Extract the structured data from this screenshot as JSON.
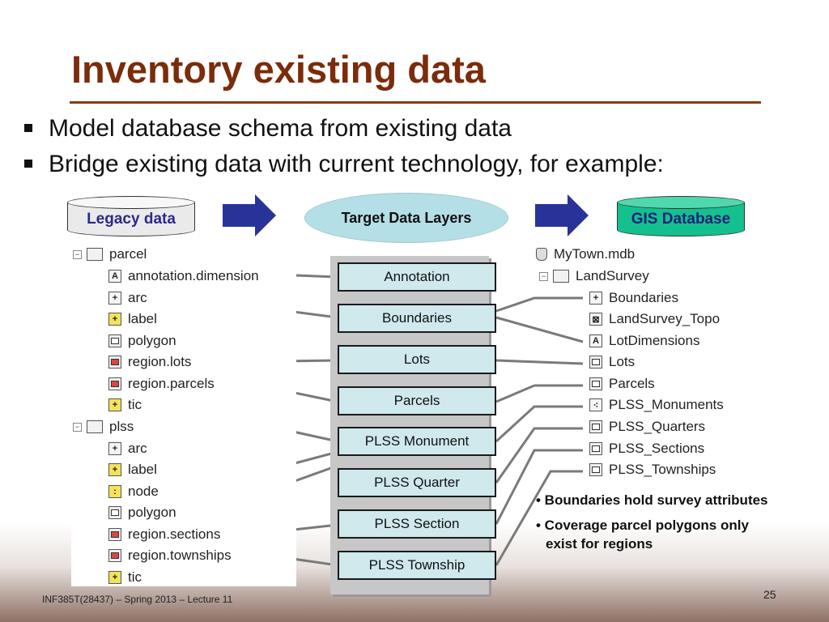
{
  "title": "Inventory existing data",
  "bullets": [
    "Model database schema from existing data",
    "Bridge existing data with current technology, for example:"
  ],
  "legacy_label": "Legacy data",
  "target_label": "Target Data Layers",
  "gis_label": "GIS Database",
  "legacy_tree": {
    "groups": [
      {
        "name": "parcel",
        "items": [
          {
            "name": "annotation.dimension",
            "icon": "annotation-icon"
          },
          {
            "name": "arc",
            "icon": "arc-icon"
          },
          {
            "name": "label",
            "icon": "label-icon"
          },
          {
            "name": "polygon",
            "icon": "polygon-icon"
          },
          {
            "name": "region.lots",
            "icon": "region-icon"
          },
          {
            "name": "region.parcels",
            "icon": "region-icon"
          },
          {
            "name": "tic",
            "icon": "tic-icon"
          }
        ]
      },
      {
        "name": "plss",
        "items": [
          {
            "name": "arc",
            "icon": "arc-icon"
          },
          {
            "name": "label",
            "icon": "label-icon"
          },
          {
            "name": "node",
            "icon": "node-icon"
          },
          {
            "name": "polygon",
            "icon": "polygon-icon"
          },
          {
            "name": "region.sections",
            "icon": "region-icon"
          },
          {
            "name": "region.townships",
            "icon": "region-icon"
          },
          {
            "name": "tic",
            "icon": "tic-icon"
          }
        ]
      }
    ]
  },
  "layers": [
    "Annotation",
    "Boundaries",
    "Lots",
    "Parcels",
    "PLSS Monument",
    "PLSS Quarter",
    "PLSS Section",
    "PLSS Township"
  ],
  "gis_tree": {
    "db": "MyTown.mdb",
    "dataset": "LandSurvey",
    "items": [
      {
        "name": "Boundaries",
        "icon": "arc-icon"
      },
      {
        "name": "LandSurvey_Topo",
        "icon": "topology-icon"
      },
      {
        "name": "LotDimensions",
        "icon": "annotation-icon"
      },
      {
        "name": "Lots",
        "icon": "polygon-icon"
      },
      {
        "name": "Parcels",
        "icon": "polygon-icon"
      },
      {
        "name": "PLSS_Monuments",
        "icon": "point-icon"
      },
      {
        "name": "PLSS_Quarters",
        "icon": "polygon-icon"
      },
      {
        "name": "PLSS_Sections",
        "icon": "polygon-icon"
      },
      {
        "name": "PLSS_Townships",
        "icon": "polygon-icon"
      }
    ]
  },
  "notes": [
    "• Boundaries hold survey attributes",
    "• Coverage parcel polygons only exist for regions"
  ],
  "footer": "INF385T(28437) – Spring 2013 – Lecture 11",
  "page_number": "25",
  "colors": {
    "title": "#7a2c0b",
    "legacy_cyl": "#eaeaea",
    "gis_cyl": "#15c08f",
    "arrow": "#28339a",
    "layer_fill": "#cfe9ed",
    "link": "#7a7a7a"
  }
}
